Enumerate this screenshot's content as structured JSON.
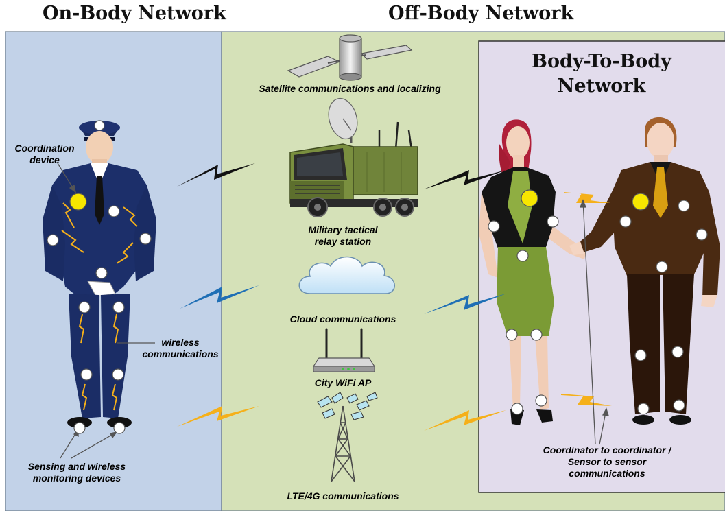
{
  "headers": {
    "on_body": "On-Body Network",
    "off_body": "Off-Body Network",
    "body_to_body_line1": "Body-To-Body",
    "body_to_body_line2": "Network"
  },
  "labels": {
    "satellite": "Satellite communications and localizing",
    "military_line1": "Military tactical",
    "military_line2": "relay station",
    "cloud": "Cloud communications",
    "wifi": "City WiFi AP",
    "lte": "LTE/4G communications",
    "coordination_line1": "Coordination",
    "coordination_line2": "device",
    "wireless_line1": "wireless",
    "wireless_line2": "communications",
    "sensing_line1": "Sensing and wireless",
    "sensing_line2": "monitoring devices",
    "c2c_line1": "Coordinator to coordinator /",
    "c2c_line2": "Sensor to sensor",
    "c2c_line3": "communications"
  },
  "colors": {
    "on_body_bg": "#c2d2e8",
    "off_body_bg": "#d5e1b8",
    "b2b_bg": "#e2dcec",
    "link_black": "#111111",
    "link_blue": "#1f6fb5",
    "link_orange": "#f5b01a",
    "coordinator": "#f7e600",
    "sensor": "#ffffff"
  }
}
